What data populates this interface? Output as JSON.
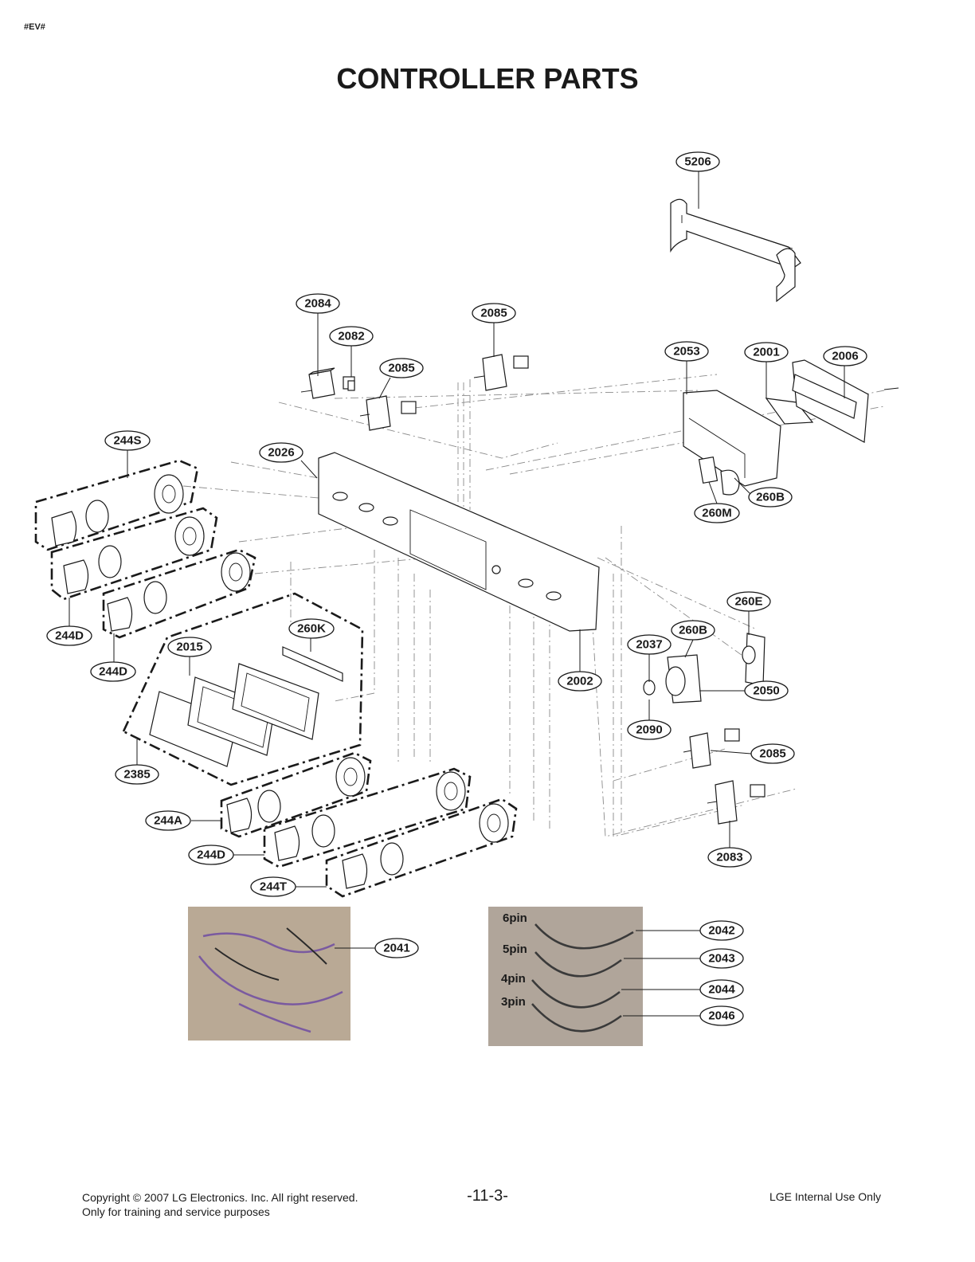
{
  "header": {
    "tag": "#EV#",
    "title": "CONTROLLER PARTS"
  },
  "callouts": [
    {
      "id": "5206",
      "label": "5206"
    },
    {
      "id": "2084",
      "label": "2084"
    },
    {
      "id": "2082",
      "label": "2082"
    },
    {
      "id": "2085a",
      "label": "2085"
    },
    {
      "id": "2085b",
      "label": "2085"
    },
    {
      "id": "2053",
      "label": "2053"
    },
    {
      "id": "2001",
      "label": "2001"
    },
    {
      "id": "2006",
      "label": "2006"
    },
    {
      "id": "244S",
      "label": "244S"
    },
    {
      "id": "2026",
      "label": "2026"
    },
    {
      "id": "260B_a",
      "label": "260B"
    },
    {
      "id": "260M",
      "label": "260M"
    },
    {
      "id": "260E",
      "label": "260E"
    },
    {
      "id": "260B_b",
      "label": "260B"
    },
    {
      "id": "244D_a",
      "label": "244D"
    },
    {
      "id": "260K",
      "label": "260K"
    },
    {
      "id": "2037",
      "label": "2037"
    },
    {
      "id": "2015",
      "label": "2015"
    },
    {
      "id": "244D_b",
      "label": "244D"
    },
    {
      "id": "2002",
      "label": "2002"
    },
    {
      "id": "2050",
      "label": "2050"
    },
    {
      "id": "2090",
      "label": "2090"
    },
    {
      "id": "2385",
      "label": "2385"
    },
    {
      "id": "2085c",
      "label": "2085"
    },
    {
      "id": "244A",
      "label": "244A"
    },
    {
      "id": "244D_c",
      "label": "244D"
    },
    {
      "id": "2083",
      "label": "2083"
    },
    {
      "id": "244T",
      "label": "244T"
    },
    {
      "id": "2041",
      "label": "2041"
    },
    {
      "id": "2042",
      "label": "2042"
    },
    {
      "id": "2043",
      "label": "2043"
    },
    {
      "id": "2044",
      "label": "2044"
    },
    {
      "id": "2046",
      "label": "2046"
    }
  ],
  "pin_labels": [
    "6pin",
    "5pin",
    "4pin",
    "3pin"
  ],
  "footer": {
    "copyright": "Copyright © 2007 LG Electronics. Inc. All right reserved.",
    "purpose": "Only for training and service purposes",
    "page_number": "-11-3-",
    "internal": "LGE Internal Use Only"
  }
}
